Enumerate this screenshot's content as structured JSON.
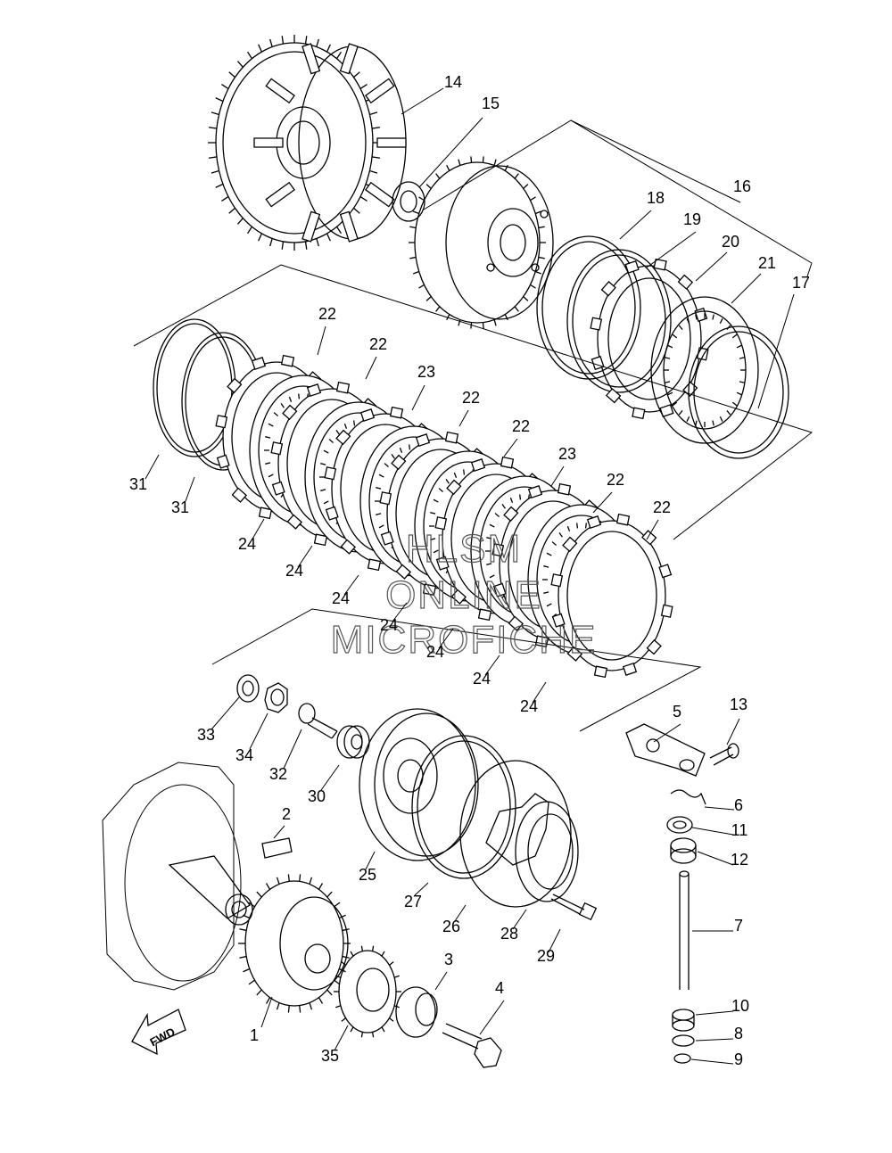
{
  "watermark": [
    "HLSM",
    "ONLINE",
    "MICROFICHE"
  ],
  "fwd_label": "FWD",
  "callouts": [
    {
      "num": "1"
    },
    {
      "num": "2"
    },
    {
      "num": "3"
    },
    {
      "num": "4"
    },
    {
      "num": "5"
    },
    {
      "num": "6"
    },
    {
      "num": "7"
    },
    {
      "num": "8"
    },
    {
      "num": "9"
    },
    {
      "num": "10"
    },
    {
      "num": "11"
    },
    {
      "num": "12"
    },
    {
      "num": "13"
    },
    {
      "num": "14"
    },
    {
      "num": "15"
    },
    {
      "num": "16"
    },
    {
      "num": "17"
    },
    {
      "num": "18"
    },
    {
      "num": "19"
    },
    {
      "num": "20"
    },
    {
      "num": "21"
    },
    {
      "num": "22"
    },
    {
      "num": "22"
    },
    {
      "num": "22"
    },
    {
      "num": "22"
    },
    {
      "num": "22"
    },
    {
      "num": "22"
    },
    {
      "num": "23"
    },
    {
      "num": "23"
    },
    {
      "num": "24"
    },
    {
      "num": "24"
    },
    {
      "num": "24"
    },
    {
      "num": "24"
    },
    {
      "num": "24"
    },
    {
      "num": "24"
    },
    {
      "num": "24"
    },
    {
      "num": "25"
    },
    {
      "num": "26"
    },
    {
      "num": "27"
    },
    {
      "num": "28"
    },
    {
      "num": "29"
    },
    {
      "num": "30"
    },
    {
      "num": "31"
    },
    {
      "num": "31"
    },
    {
      "num": "32"
    },
    {
      "num": "33"
    },
    {
      "num": "34"
    },
    {
      "num": "35"
    }
  ]
}
